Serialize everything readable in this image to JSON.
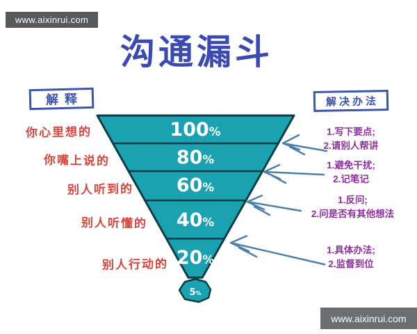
{
  "watermark_top": {
    "text": "www.aixinrui.com"
  },
  "watermark_bottom": {
    "text": "www.aixinrui.com"
  },
  "title": "沟通漏斗",
  "legend_left": {
    "label": "解释"
  },
  "legend_right": {
    "label": "解决办法"
  },
  "funnel": {
    "bands": [
      {
        "value": "100",
        "suffix": "%",
        "label": "你心里想的"
      },
      {
        "value": "80",
        "suffix": "%",
        "label": "你嘴上说的"
      },
      {
        "value": "60",
        "suffix": "%",
        "label": "别人听到的"
      },
      {
        "value": "40",
        "suffix": "%",
        "label": "别人听懂的"
      },
      {
        "value": "20",
        "suffix": "%",
        "label": "别人行动的"
      }
    ],
    "tip": {
      "value": "5",
      "suffix": "%"
    }
  },
  "solutions": [
    {
      "line1": "1.写下要点;",
      "line2": "2.请别人帮讲"
    },
    {
      "line1": "1.避免干扰;",
      "line2": "2.记笔记"
    },
    {
      "line1": "1.反问;",
      "line2": "2.问是否有其他想法"
    },
    {
      "line1": "1.具体办法;",
      "line2": "2.监督到位"
    }
  ],
  "colors": {
    "title_blue": "#3b4aae",
    "funnel_teal": "#1aa2b1",
    "funnel_outline": "#0c3d45",
    "label_red": "#d8453c",
    "solution_purple": "#8e2f9e",
    "arrow_blue": "#4d7fa8",
    "legend_blue": "#3c55aa",
    "banner_top_gray": "#58595b",
    "banner_bottom_gray": "#6d6e70"
  }
}
